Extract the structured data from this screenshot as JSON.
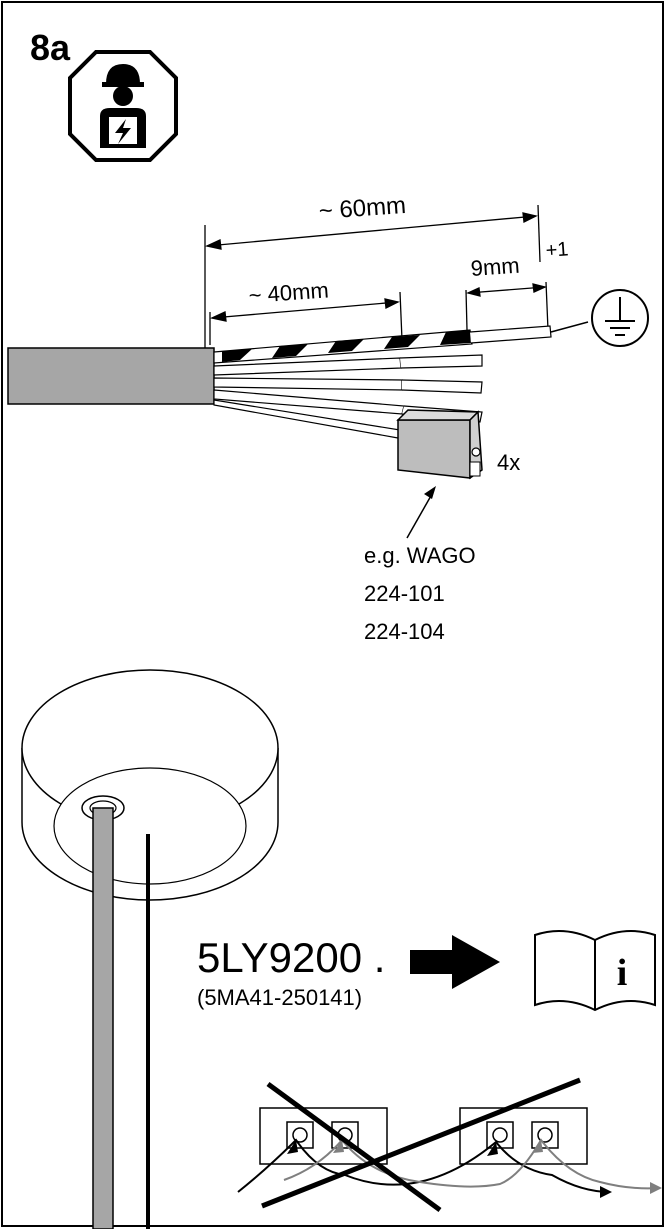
{
  "step": "8a",
  "dimensions": {
    "total_strip": "~ 60mm",
    "jacket_strip": "~ 40mm",
    "conductor_strip": "9mm",
    "conductor_tolerance": "+1"
  },
  "connector": {
    "quantity": "4x",
    "example_line1": "e.g. WAGO",
    "example_line2": "224-101",
    "example_line3": "224-104"
  },
  "reference": {
    "model": "5LY9200 .",
    "document": "(5MA41-250141)"
  },
  "icons": [
    "electrician-qualified-icon",
    "protective-earth-icon",
    "info-manual-icon",
    "arrow-right-icon",
    "prohibited-cross-icon"
  ]
}
